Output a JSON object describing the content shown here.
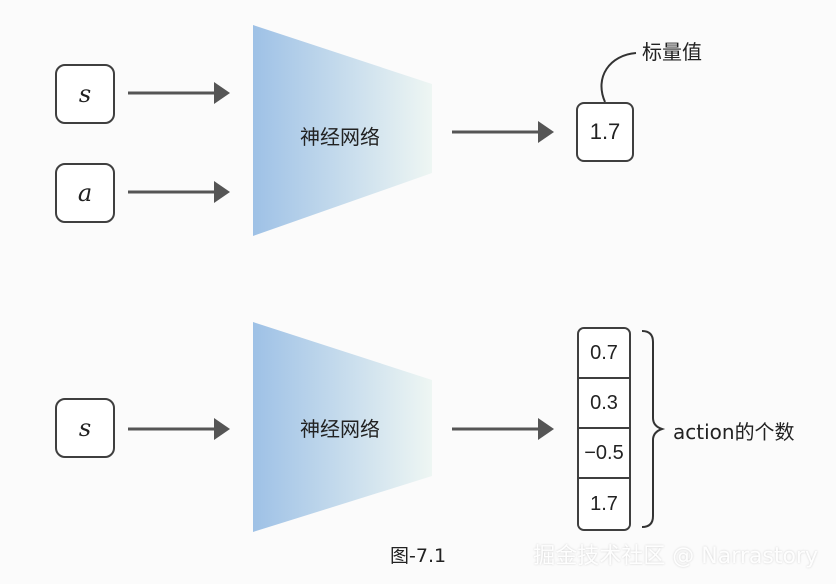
{
  "diagram": {
    "top_network": {
      "inputs": [
        "s",
        "a"
      ],
      "label": "神经网络",
      "output_value": "1.7",
      "output_annotation": "标量值"
    },
    "bottom_network": {
      "input": "s",
      "label": "神经网络",
      "output_values": [
        "0.7",
        "0.3",
        "−0.5",
        "1.7"
      ],
      "output_annotation": "action的个数"
    },
    "caption": "图-7.1",
    "watermark": "掘金技术社区 @ Narrastory"
  },
  "colors": {
    "network_gradient_start": "#9ec1e6",
    "network_gradient_end": "#eef6f3",
    "box_border": "#3f3f3f",
    "arrow": "#555555"
  }
}
